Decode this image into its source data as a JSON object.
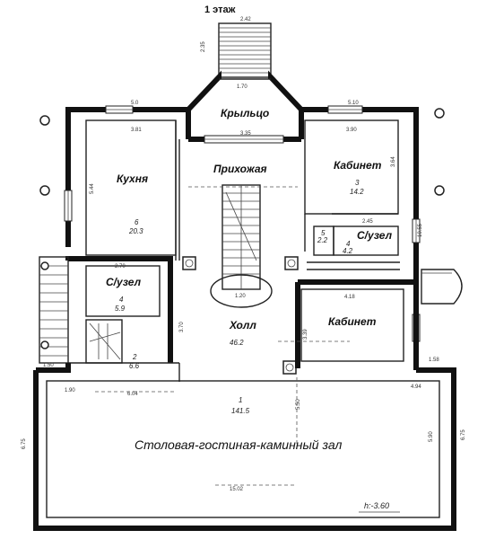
{
  "floor_title": "1 этаж",
  "rooms": {
    "porch": "Крыльцо",
    "hallway": "Прихожая",
    "kitchen": "Кухня",
    "study_top": "Кабинет",
    "bath_right": "С/узел",
    "bath_left": "С/узел",
    "hall": "Холл",
    "study_bottom": "Кабинет",
    "dining": "Столовая-гостиная-каминный зал"
  },
  "room_numbers": {
    "kitchen": "6",
    "kitchen_area": "20.3",
    "study_top": "3",
    "study_top_area": "14.2",
    "bath_right": "4",
    "bath_right_area": "4.2",
    "small_right": "5",
    "small_right_area": "2.2",
    "bath_left": "4",
    "bath_left_area": "5.9",
    "stair_left": "2",
    "stair_left_area": "6.6",
    "hall_area": "46.2",
    "dining": "1",
    "dining_area": "141.5"
  },
  "dimensions": {
    "d_242": "2.42",
    "d_235": "2.35",
    "d_170": "1.70",
    "d_50": "5.0",
    "d_381": "3.81",
    "d_510": "5.10",
    "d_390": "3.90",
    "d_335": "3.35",
    "d_544": "5.44",
    "d_364": "3.64",
    "d_245": "2.45",
    "d_1055": "10.55",
    "d_270": "2.70",
    "d_120": "1.20",
    "d_418": "4.18",
    "d_339": "3.39",
    "d_370": "3.70",
    "d_604": "6.04",
    "d_150": "1.50",
    "d_190": "1.90",
    "d_158": "1.58",
    "d_494": "4.94",
    "d_675a": "6.75",
    "d_675b": "6.75",
    "d_550": "5.50",
    "d_590": "5.90",
    "d_1502": "15.02",
    "level": "h:-3.60"
  },
  "colors": {
    "line": "#111111",
    "background": "#ffffff"
  }
}
